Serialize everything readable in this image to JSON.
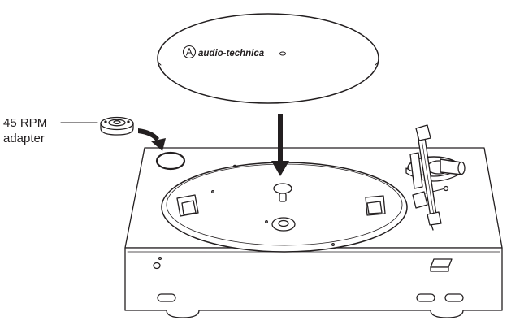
{
  "figure": {
    "callout": {
      "line1": "45 RPM",
      "line2": "adapter"
    },
    "mat_brand": "audio-technica",
    "stroke_color": "#231f20",
    "fill_color": "#ffffff",
    "icons": [
      "audio-technica-logo-icon",
      "down-arrow-icon",
      "curved-arrow-icon"
    ]
  }
}
